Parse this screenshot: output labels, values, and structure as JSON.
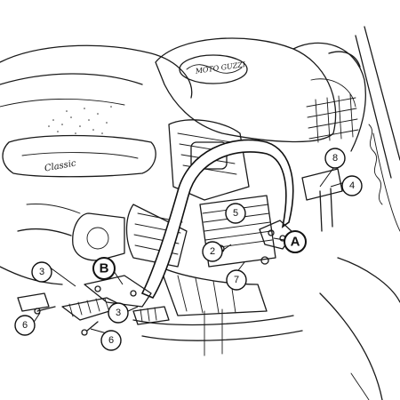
{
  "diagram": {
    "brand_text": "MOTO GUZZI",
    "model_text": "Classic",
    "callouts": [
      {
        "id": "c-3a",
        "label": "3"
      },
      {
        "id": "c-3b",
        "label": "3"
      },
      {
        "id": "c-6a",
        "label": "6"
      },
      {
        "id": "c-6b",
        "label": "6"
      },
      {
        "id": "c-2",
        "label": "2"
      },
      {
        "id": "c-5",
        "label": "5"
      },
      {
        "id": "c-7",
        "label": "7"
      },
      {
        "id": "c-8",
        "label": "8"
      },
      {
        "id": "c-4",
        "label": "4"
      }
    ],
    "letters": [
      {
        "id": "l-a",
        "label": "A"
      },
      {
        "id": "l-b",
        "label": "B"
      }
    ]
  }
}
